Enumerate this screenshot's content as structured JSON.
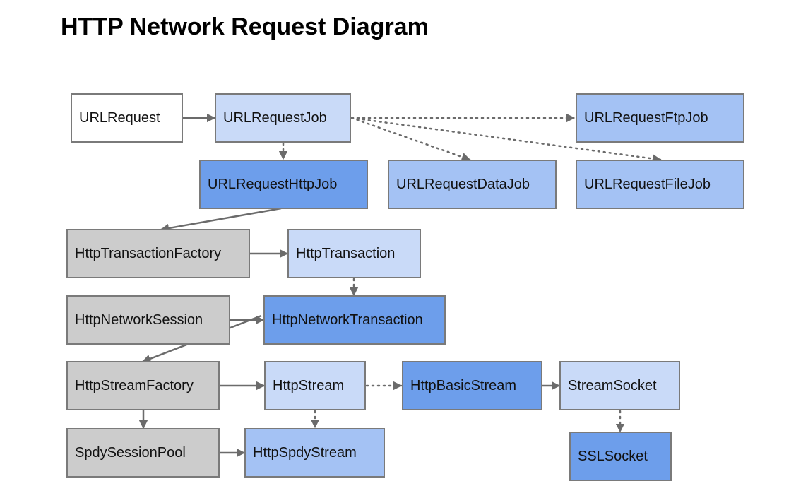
{
  "title": "HTTP Network Request Diagram",
  "colors": {
    "white": "#ffffff",
    "gray": "#cccccc",
    "light_blue": "#c9daf8",
    "medium_blue": "#a4c2f4",
    "dark_blue": "#6d9eeb",
    "border": "#7a7a7a",
    "edge": "#6b6b6b"
  },
  "nodes": {
    "url_request": "URLRequest",
    "url_request_job": "URLRequestJob",
    "url_request_ftp_job": "URLRequestFtpJob",
    "url_request_http_job": "URLRequestHttpJob",
    "url_request_data_job": "URLRequestDataJob",
    "url_request_file_job": "URLRequestFileJob",
    "http_transaction_factory": "HttpTransactionFactory",
    "http_transaction": "HttpTransaction",
    "http_network_session": "HttpNetworkSession",
    "http_network_transaction": "HttpNetworkTransaction",
    "http_stream_factory": "HttpStreamFactory",
    "http_stream": "HttpStream",
    "http_basic_stream": "HttpBasicStream",
    "stream_socket": "StreamSocket",
    "spdy_session_pool": "SpdySessionPool",
    "http_spdy_stream": "HttpSpdyStream",
    "ssl_socket": "SSLSocket"
  }
}
